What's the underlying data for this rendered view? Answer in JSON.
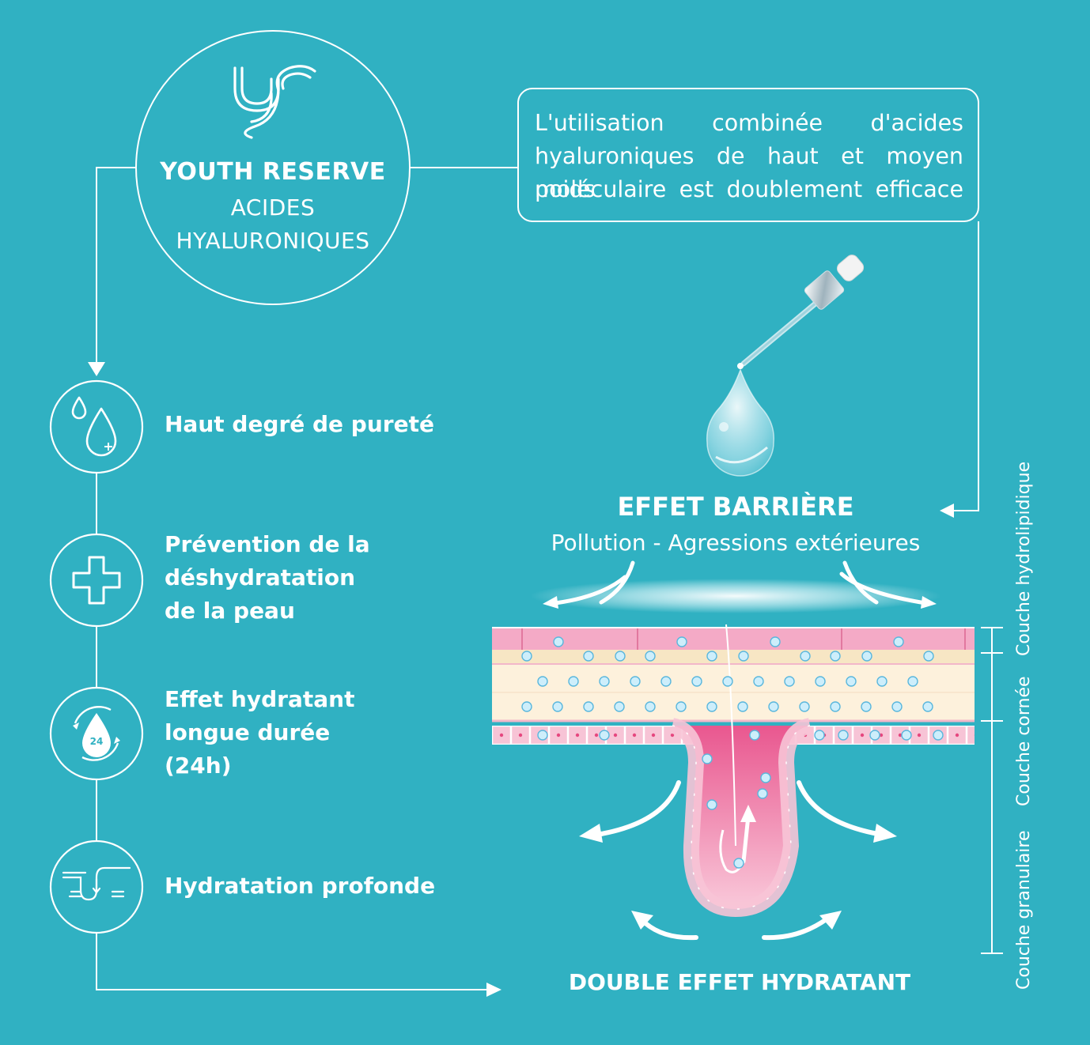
{
  "brand": {
    "logo_icon": "ys-monogram-logo",
    "title": "YOUTH RESERVE",
    "line1": "ACIDES",
    "line2": "HYALURONIQUES"
  },
  "info": {
    "line1": "L'utilisation combinée d'acides",
    "line2": "hyaluroniques de haut et moyen poids",
    "line3": "moléculaire est doublement efficace"
  },
  "features": [
    {
      "icon": "water-drops-icon",
      "lines": [
        "Haut degré de pureté"
      ]
    },
    {
      "icon": "plus-cross-icon",
      "lines": [
        "Prévention de la",
        "déshydratation",
        "de la peau"
      ]
    },
    {
      "icon": "24h-drop-icon",
      "icon_label": "24",
      "lines": [
        "Effet hydratant",
        "longue durée",
        "(24h)"
      ]
    },
    {
      "icon": "deep-hydration-icon",
      "lines": [
        "Hydratation profonde"
      ]
    }
  ],
  "effect": {
    "title": "EFFET BARRIÈRE",
    "subtitle": "Pollution - Agressions extérieures"
  },
  "layers": [
    "Couche hydrolipidique",
    "Couche cornée",
    "Couche granulaire"
  ],
  "bottom": {
    "title": "DOUBLE EFFET HYDRATANT"
  },
  "colors": {
    "background": "#30b1c2",
    "skin_pink": "#f2a7c3",
    "skin_cream": "#fdf1dc",
    "dot_blue": "#cdeefb",
    "white": "#ffffff"
  }
}
